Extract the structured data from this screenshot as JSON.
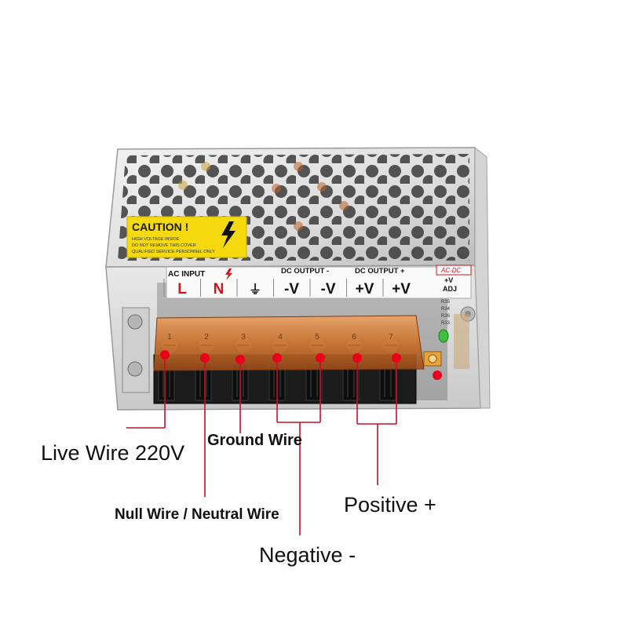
{
  "device": {
    "caution": {
      "title": "CAUTION !",
      "line1": "HIGH VOLTAGE INSIDE",
      "line2": "DO NOT REMOVE THIS COVER",
      "line3": "QUALIFIED SERVICE PERSONNEL ONLY"
    },
    "ac_input_label": "AC INPUT",
    "dc_output_neg_label": "DC OUTPUT -",
    "dc_output_pos_label": "DC OUTPUT +",
    "acdc_badge": "AC-DC",
    "adj_plus": "+V",
    "adj_label": "ADJ",
    "terminal_labels": [
      "L",
      "N",
      "⏚",
      "-V",
      "-V",
      "+V",
      "+V"
    ],
    "terminal_numbers": [
      "1",
      "2",
      "3",
      "4",
      "5",
      "6",
      "7"
    ],
    "board_labels": [
      "R35",
      "R34",
      "R36",
      "R33"
    ]
  },
  "annotations": {
    "live": "Live Wire 220V",
    "ground": "Ground Wire",
    "null": "Null Wire / Neutral Wire",
    "positive": "Positive +",
    "negative": "Negative -"
  },
  "colors": {
    "marker": "#e8001c",
    "leader_line": "#c4102a",
    "terminal_label_red": "#d8101a",
    "caution_yellow": "#f6d90e",
    "copper": "#c8702a"
  }
}
